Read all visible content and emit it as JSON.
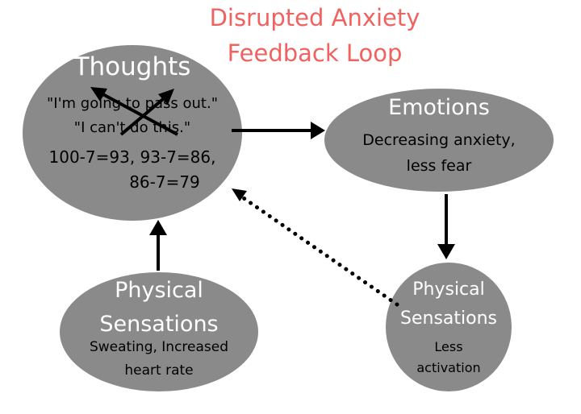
{
  "title": {
    "line1": "Disrupted Anxiety",
    "line2": "Feedback Loop"
  },
  "nodes": {
    "thoughts": {
      "heading": "Thoughts",
      "quote1": "\"I'm going to pass out.\"",
      "quote2": "\"I can't do this.\"",
      "math1": "100-7=93, 93-7=86,",
      "math2": "86-7=79"
    },
    "emotions": {
      "heading": "Emotions",
      "desc1": "Decreasing anxiety,",
      "desc2": "less fear"
    },
    "physical_left": {
      "heading1": "Physical",
      "heading2": "Sensations",
      "desc1": "Sweating, Increased",
      "desc2": "heart rate"
    },
    "physical_right": {
      "heading1": "Physical",
      "heading2": "Sensations",
      "desc1": "Less",
      "desc2": "activation"
    }
  },
  "colors": {
    "node_fill": "#8a8a8a",
    "heading_text": "#ffffff",
    "title_text": "#f0625f",
    "arrow": "#000000"
  },
  "icons": {
    "cross_out": "crossed-arrows-icon",
    "flow_arrow": "arrow-icon"
  }
}
